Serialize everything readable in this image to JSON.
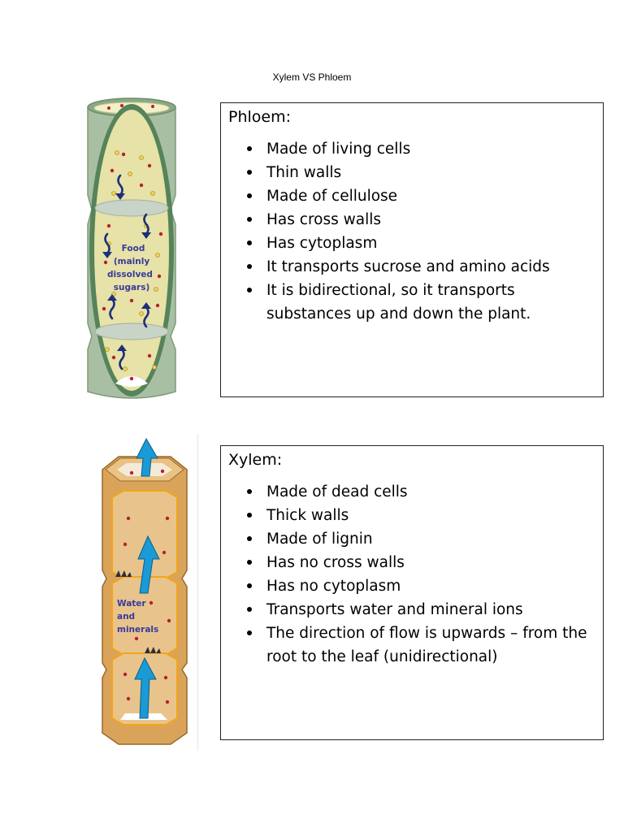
{
  "document": {
    "title": "Xylem VS Phloem"
  },
  "phloem": {
    "heading": "Phloem:",
    "points": [
      "Made of living cells",
      "Thin walls",
      "Made of cellulose",
      "Has cross walls",
      "Has cytoplasm",
      "It transports sucrose and amino acids",
      "It is bidirectional, so it transports substances up and down the plant."
    ],
    "figure_label": [
      "Food",
      "(mainly",
      "dissolved",
      "sugars)"
    ]
  },
  "xylem": {
    "heading": "Xylem:",
    "points": [
      "Made of dead cells",
      "Thick walls",
      "Made of lignin",
      "Has no cross walls",
      "Has no cytoplasm",
      "Transports water and mineral ions",
      "The direction of flow is upwards – from the root to the leaf (unidirectional)"
    ],
    "figure_label": [
      "Water",
      "and",
      "minerals"
    ]
  },
  "colors": {
    "phloem_tube": "#a9bfa4",
    "phloem_cell": "#e6e2a8",
    "xylem_wall": "#d9a45a",
    "arrow_blue": "#1a9ad6",
    "dark_arrow": "#1d2f7a"
  }
}
